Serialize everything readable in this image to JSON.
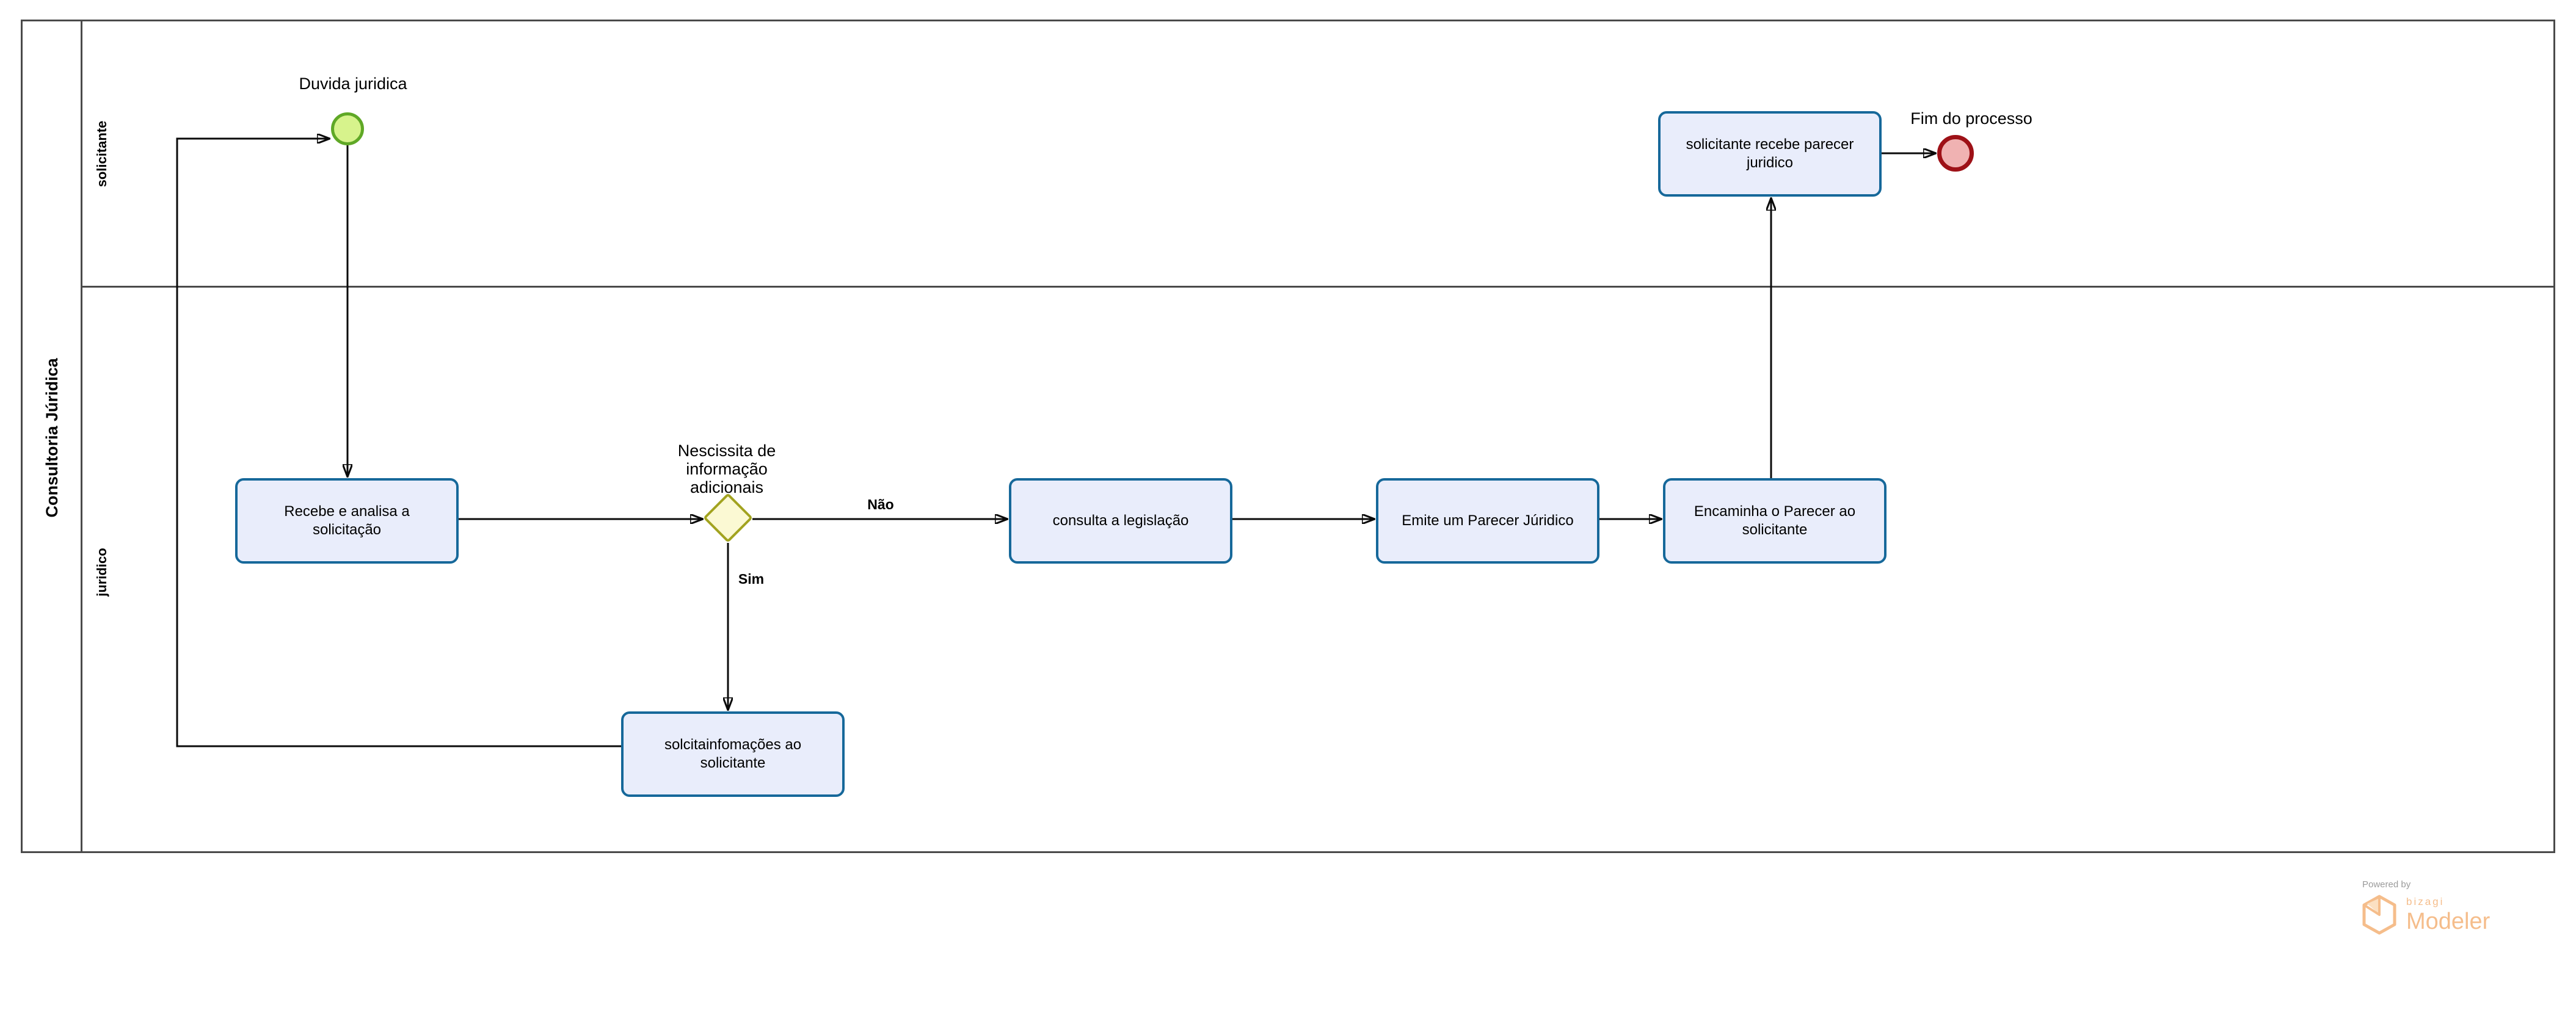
{
  "pool": {
    "label": "Consultoria Júridica"
  },
  "lanes": [
    {
      "label": "solicitante"
    },
    {
      "label": "juridico"
    }
  ],
  "events": {
    "start_label": "Duvida juridica",
    "end_label": "Fim do processo"
  },
  "tasks": [
    {
      "label": "Recebe e analisa a solicitação"
    },
    {
      "label": "consulta a legislação"
    },
    {
      "label": "Emite um Parecer Júridico"
    },
    {
      "label": "Encaminha o Parecer ao solicitante"
    },
    {
      "label": "solicitante recebe parecer juridico"
    },
    {
      "label": "solcitainfomações ao solicitante"
    }
  ],
  "gateway": {
    "question_lines": [
      "Nescissita de",
      "informação",
      "adicionais"
    ]
  },
  "edge_labels": {
    "negative": "Não",
    "affirmative": "Sim"
  },
  "branding": {
    "powered_by": "Powered by",
    "brand": "bizagi",
    "product": "Modeler"
  },
  "colors": {
    "task_fill": "#e9edfb",
    "task_border": "#16689a",
    "gateway_fill": "#fbf9d3",
    "gateway_border": "#a2a31f",
    "start_fill": "#d7f38c",
    "start_border": "#5fa826",
    "end_fill": "#f0b2b2",
    "end_border": "#9e1117",
    "connector": "#0a0a0a",
    "pool_border": "#4a4a4a",
    "logo_orange": "#f5bd8b",
    "powered_by_gray": "#9b9b9b"
  }
}
